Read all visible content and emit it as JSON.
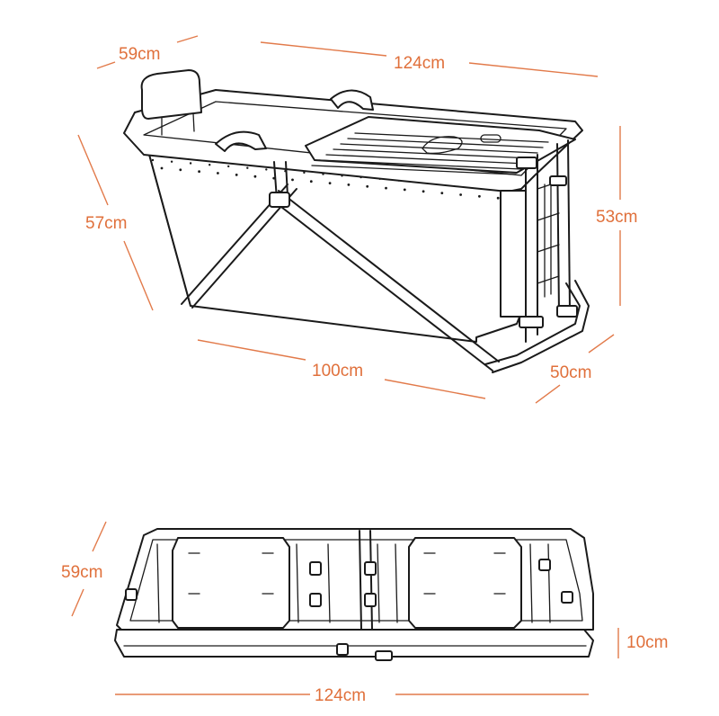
{
  "folded_view": {
    "label_59cm": "59cm",
    "label_124cm": "124cm",
    "label_57cm": "57cm",
    "label_53cm": "53cm",
    "label_100cm": "100cm",
    "label_50cm": "50cm"
  },
  "flat_view": {
    "label_59cm": "59cm",
    "label_10cm": "10cm",
    "label_124cm": "124cm"
  },
  "colors": {
    "dimension": "#e27a4a",
    "outline": "#1a1a1a"
  }
}
